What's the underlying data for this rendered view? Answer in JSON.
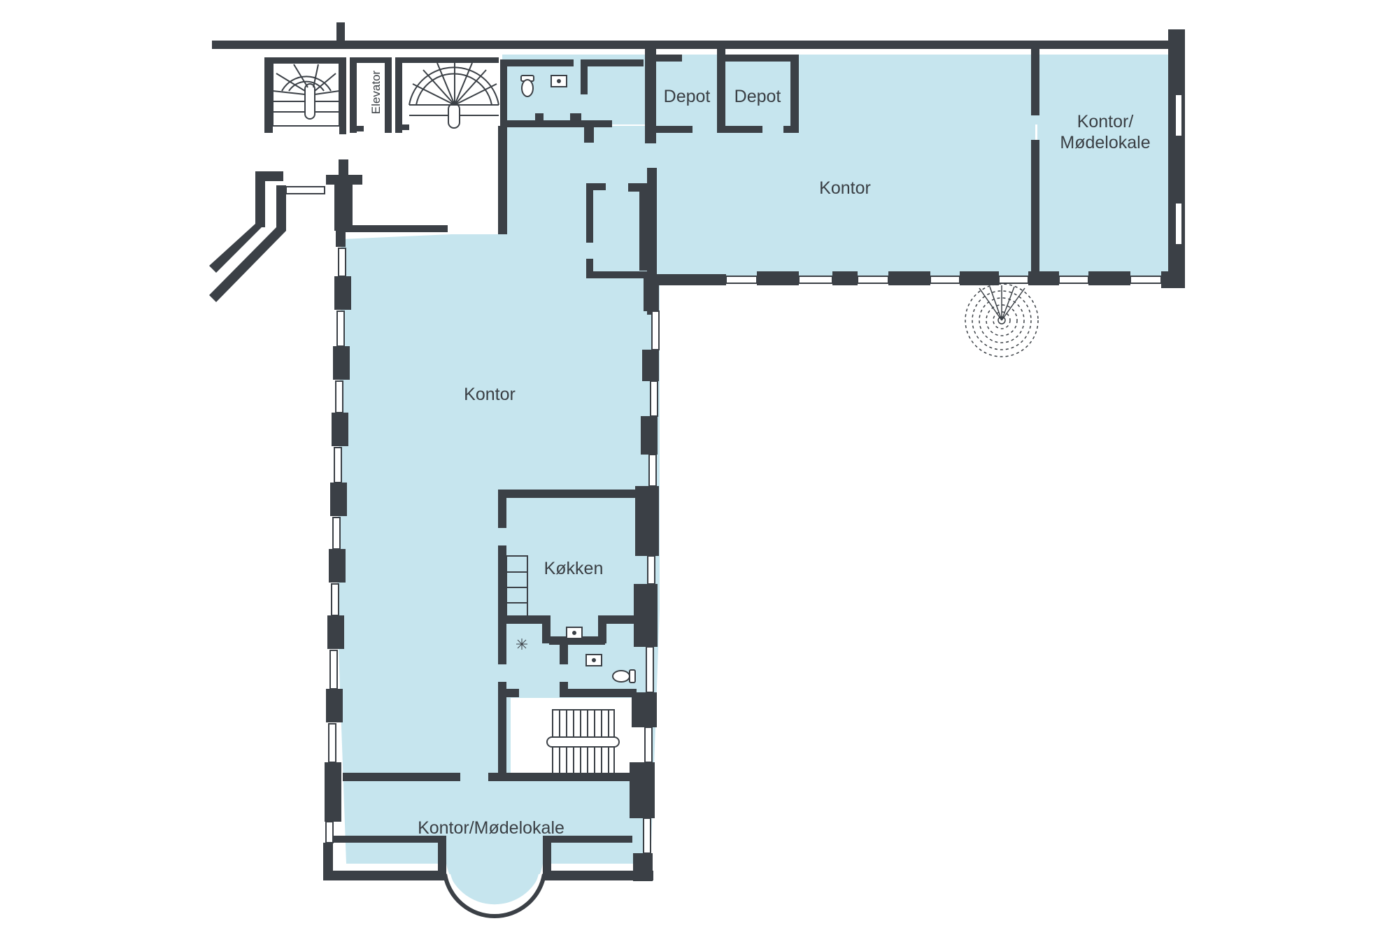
{
  "colors": {
    "floor": "#c6e5ee",
    "wall": "#3b4046",
    "window": "#ffffff",
    "background": "#ffffff"
  },
  "rooms": {
    "depot_1": "Depot",
    "depot_2": "Depot",
    "kontor_top": "Kontor",
    "kontor_modelokale_right_line1": "Kontor/",
    "kontor_modelokale_right_line2": "Mødelokale",
    "kontor_main": "Kontor",
    "kokken": "Køkken",
    "kontor_modelokale_bottom": "Kontor/Mødelokale",
    "elevator": "Elevator"
  }
}
